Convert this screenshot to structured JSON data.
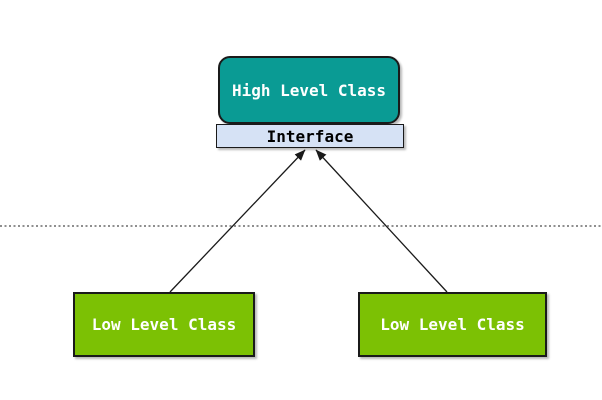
{
  "diagram": {
    "background": "#FFFFFF",
    "nodes": {
      "high_level": {
        "label": "High Level Class",
        "shape": "rounded-rectangle",
        "fill": "#0A9B94",
        "text_color": "#FFFFFF",
        "border_color": "#1A1A1A"
      },
      "interface": {
        "label": "Interface",
        "shape": "rectangle",
        "fill": "#D6E2F5",
        "text_color": "#000000",
        "border_color": "#1A1A1A"
      },
      "low_level_left": {
        "label": "Low Level Class",
        "shape": "rectangle",
        "fill": "#7CC104",
        "text_color": "#FFFFFF",
        "border_color": "#1A1A1A"
      },
      "low_level_right": {
        "label": "Low Level Class",
        "shape": "rectangle",
        "fill": "#7CC104",
        "text_color": "#FFFFFF",
        "border_color": "#1A1A1A"
      }
    },
    "edges": [
      {
        "from": "low_level_left",
        "to": "interface",
        "style": "solid",
        "arrowhead": "filled",
        "color": "#1A1A1A"
      },
      {
        "from": "low_level_right",
        "to": "interface",
        "style": "solid",
        "arrowhead": "filled",
        "color": "#1A1A1A"
      }
    ],
    "separator": {
      "style": "dotted",
      "color": "#8F8F8F"
    }
  }
}
